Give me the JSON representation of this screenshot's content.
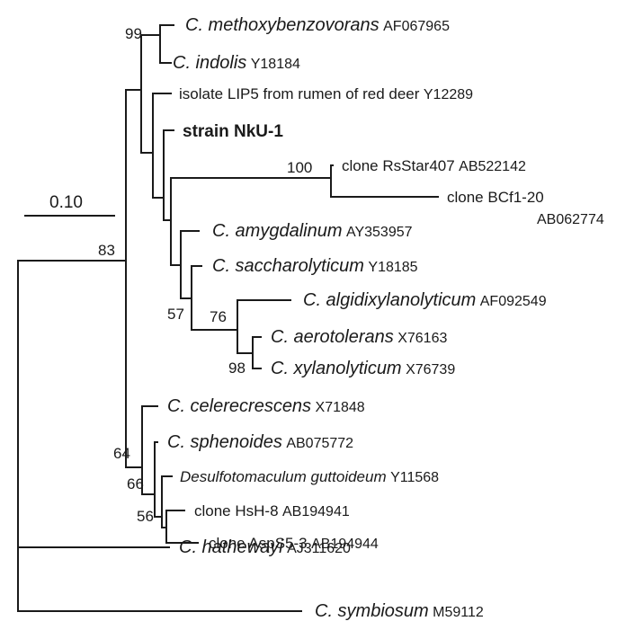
{
  "tree": {
    "scale_label": "0.10",
    "bootstrap": {
      "b99": "99",
      "b100": "100",
      "b83": "83",
      "b57": "57",
      "b76": "76",
      "b98": "98",
      "b64": "64",
      "b66": "66",
      "b56": "56"
    },
    "taxa": [
      {
        "name": "C. methoxybenzovorans",
        "accession": "AF067965",
        "italic": true
      },
      {
        "name": "C. indolis",
        "accession": "Y18184",
        "italic": true
      },
      {
        "name": "isolate LIP5 from rumen of red deer",
        "accession": "Y12289",
        "italic": false
      },
      {
        "name": "strain NkU-1",
        "accession": "",
        "italic": false,
        "bold": true
      },
      {
        "name": "clone RsStar407",
        "accession": "AB522142",
        "italic": false
      },
      {
        "name": "clone BCf1-20",
        "accession": "AB062774",
        "italic": false
      },
      {
        "name": "C. amygdalinum",
        "accession": "AY353957",
        "italic": true
      },
      {
        "name": "C. saccharolyticum",
        "accession": "Y18185",
        "italic": true
      },
      {
        "name": "C. algidixylanolyticum",
        "accession": "AF092549",
        "italic": true
      },
      {
        "name": "C. aerotolerans",
        "accession": "X76163",
        "italic": true
      },
      {
        "name": "C. xylanolyticum",
        "accession": "X76739",
        "italic": true
      },
      {
        "name": "C. celerecrescens",
        "accession": "X71848",
        "italic": true
      },
      {
        "name": "C. sphenoides",
        "accession": "AB075772",
        "italic": true
      },
      {
        "name": "Desulfotomaculum guttoideum",
        "accession": "Y11568",
        "italic": true
      },
      {
        "name": "clone HsH-8",
        "accession": "AB194941",
        "italic": false
      },
      {
        "name": "clone AspS5-3",
        "accession": "AB194944",
        "italic": false
      },
      {
        "name": "C. hathewayi",
        "accession": "AJ311620",
        "italic": true
      },
      {
        "name": "C. symbiosum",
        "accession": "M59112",
        "italic": true
      }
    ]
  }
}
